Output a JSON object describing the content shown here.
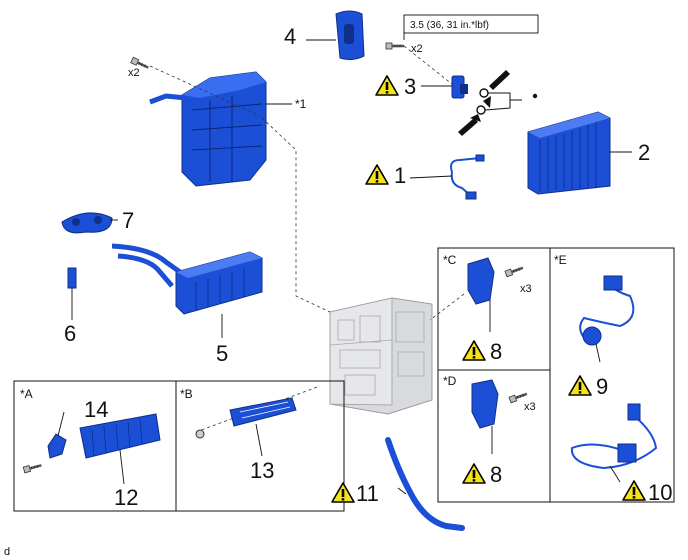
{
  "parts": {
    "p1": "1",
    "p2": "2",
    "p3": "3",
    "p4": "4",
    "p5": "5",
    "p6": "6",
    "p7": "7",
    "p8a": "8",
    "p8b": "8",
    "p9": "9",
    "p10": "10",
    "p11": "11",
    "p12": "12",
    "p13": "13",
    "p14": "14"
  },
  "multipliers": {
    "screw_top": "x2",
    "screw_pipe": "x2",
    "screw_c": "x3",
    "screw_d": "x3"
  },
  "notes": {
    "star1": "*1"
  },
  "torque": {
    "value": "3.5 (36, 31 in.*lbf)"
  },
  "insets": {
    "a": "*A",
    "b": "*B",
    "c": "*C",
    "d": "*D",
    "e": "*E"
  },
  "footer": {
    "code": "d"
  },
  "icons": {
    "warning": "warning-triangle-icon",
    "arrow": "pointing-arrow-icon",
    "dot": "dot-icon"
  },
  "colors": {
    "part_blue": "#1a4fd6",
    "part_dark": "#0f2f8a",
    "warning_yellow": "#f5e21b",
    "housing_gray": "#d9dadd"
  }
}
